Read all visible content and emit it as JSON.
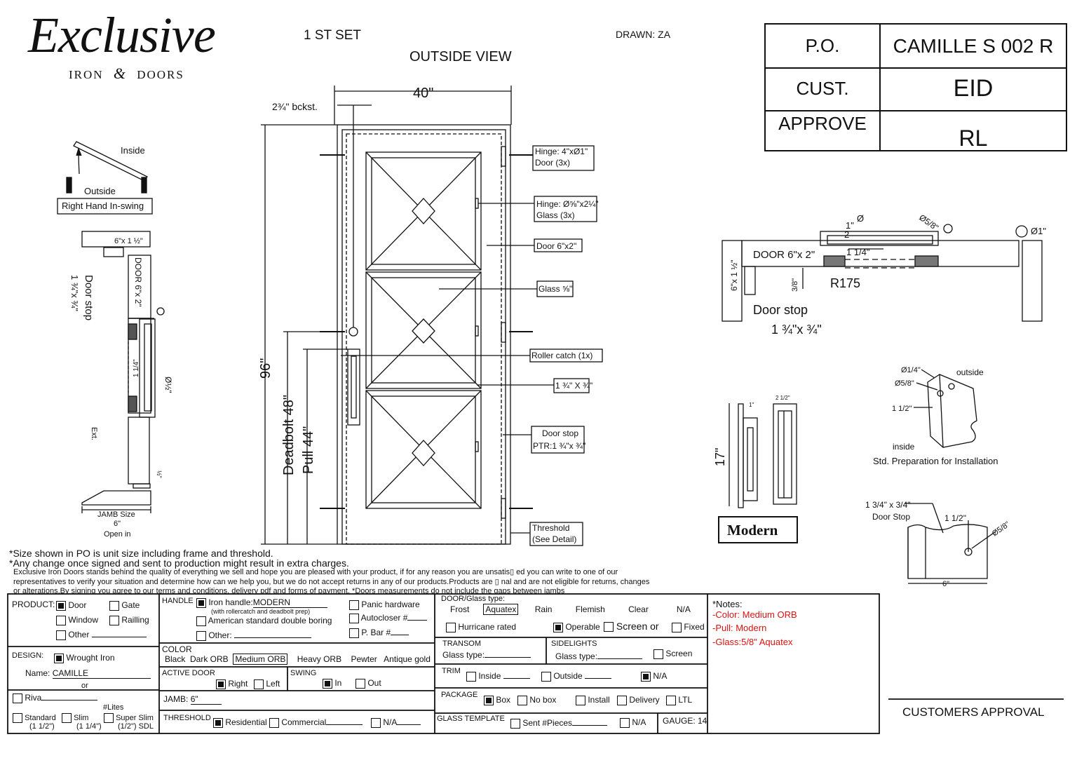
{
  "logo": {
    "word": "Exclusive",
    "sub_left": "IRON",
    "sub_right": "DOORS"
  },
  "header": {
    "set": "1 ST SET",
    "view": "OUTSIDE VIEW",
    "drawn": "DRAWN: ZA"
  },
  "po_table": {
    "rows": [
      {
        "key": "P.O.",
        "value": "CAMILLE S 002 R"
      },
      {
        "key": "CUST.",
        "value": "EID"
      },
      {
        "key": "APPROVE",
        "value": "RL"
      }
    ]
  },
  "swing_diagram": {
    "inside": "Inside",
    "outside": "Outside",
    "label": "Right Hand In-swing"
  },
  "section_left": {
    "jamb_top": "6\"x 1 ½\"",
    "door_label": "DOOR 6\"x 2\"",
    "door_stop": "Door stop",
    "door_stop_size": "1 ¾\"x ¾\"",
    "one_quarter": "1 1/4\"",
    "dia": "Ø½\"",
    "ext": "Ext.",
    "half": "½\"",
    "jamb_size": "JAMB Size",
    "jamb_six": "6\"",
    "open_in": "Open in"
  },
  "elevation": {
    "width": "40\"",
    "backset": "2¾\" bckst.",
    "height": "96\"",
    "deadbolt": "Deadbolt 48\"",
    "pull": "Pull 44\"",
    "callouts": [
      {
        "line1": "Hinge: 4\"xØ1\"",
        "line2": "Door (3x)"
      },
      {
        "line1": "Hinge: Ø⅝\"x2¼\"",
        "line2": "Glass (3x)"
      },
      {
        "line1": "Door 6\"x2\"",
        "line2": ""
      },
      {
        "line1": "Glass ⅝\"",
        "line2": ""
      },
      {
        "line1": "Roller catch  (1x)",
        "line2": ""
      },
      {
        "line1": "1 ¾\" X ¾\"",
        "line2": ""
      },
      {
        "line1": "Door stop",
        "line2": "PTR:1 ¾\"x ¾\""
      },
      {
        "line1": "Threshold",
        "line2": "(See Detail)"
      }
    ]
  },
  "section_right": {
    "door_label": "DOOR 6\"x 2\"",
    "jamb": "6\"x 1 ½\"",
    "one": "1\"",
    "dia": "Ø",
    "two": "2",
    "one_quarter": "1 1/4\"",
    "dia_58": "Ø5/8\"",
    "dia_1": "Ø1\"",
    "three_eighths": "3/8\"",
    "r175": "R175",
    "door_stop": "Door stop",
    "door_stop_size": "1 ¾\"x ¾\""
  },
  "handle_detail": {
    "height": "17\"",
    "d1": "1\"",
    "d2": "2 1/2\"",
    "badge": "Modern"
  },
  "prep_detail": {
    "d14": "Ø1/4\"",
    "d58": "Ø5/8\"",
    "h112": "1 1/2\"",
    "outside": "outside",
    "inside": "inside",
    "caption": "Std. Preparation for Installation"
  },
  "stop_detail": {
    "size": "1 3/4\" x 3/4\"",
    "label": "Door Stop",
    "h112": "1 1/2\"",
    "d58": "Ø5/8\"",
    "six": "6\""
  },
  "notes_text": {
    "line1": "*Size shown in PO is unit size including frame and threshold.",
    "line2": "*Any change once signed and sent to production might result in extra charges.",
    "small1": "Exclusive Iron Doors stands behind the quality of everything we sell and hope you are pleased with your product, if for any reason you are unsatis▯ ed you can write to one of our",
    "small2": "representatives to verify your situation and determine how can we help you, but we do not accept returns in any of our products.Products are ▯ nal and are not eligible for returns, changes",
    "small3": "or alterations.By signing you agree to our terms and conditions, delivery pdf and forms of payment. *Doors measurements do not include the gaps between jambs"
  },
  "form": {
    "product": {
      "label": "PRODUCT:",
      "door": "Door",
      "gate": "Gate",
      "window": "Window",
      "railing": "Railling",
      "other": "Other"
    },
    "design": {
      "label": "DESIGN:",
      "wrought": "Wrought Iron",
      "name_label": "Name:",
      "name": "CAMILLE",
      "or": "or",
      "riva": "Riva",
      "lites": "#Lites",
      "standard": "Standard",
      "standard_sub": "(1 1/2\")",
      "slim": "Slim",
      "slim_sub": "(1 1/4\")",
      "super": "Super Slim",
      "super_sub": "(1/2\") SDL"
    },
    "handle": {
      "label": "HANDLE",
      "iron": "Iron handle:",
      "iron_value": "MODERN",
      "iron_sub": "(with rollercatch and deadbolt prep)",
      "american": "American standard double boring",
      "other": "Other:",
      "panic": "Panic hardware",
      "autocloser": "Autocloser #",
      "pbar": "P. Bar #"
    },
    "color": {
      "label": "COLOR",
      "options": [
        "Black",
        "Dark ORB",
        "Medium ORB",
        "Heavy ORB",
        "Pewter",
        "Antique gold"
      ],
      "selected": "Medium ORB"
    },
    "active_door": {
      "label": "ACTIVE DOOR",
      "right": "Right",
      "left": "Left"
    },
    "swing": {
      "label": "SWING",
      "in": "In",
      "out": "Out"
    },
    "jamb": {
      "label": "JAMB:",
      "value": "6\""
    },
    "threshold": {
      "label": "THRESHOLD",
      "residential": "Residential",
      "commercial": "Commercial",
      "na": "N/A"
    },
    "glass": {
      "label": "DOOR/Glass type:",
      "options": [
        "Frost",
        "Aquatex",
        "Rain",
        "Flemish",
        "Clear",
        "N/A"
      ],
      "selected": "Aquatex",
      "hurricane": "Hurricane rated",
      "operable": "Operable",
      "screen": "Screen or",
      "fixed": "Fixed"
    },
    "transom": {
      "label": "TRANSOM",
      "glass": "Glass type:"
    },
    "sidelights": {
      "label": "SIDELIGHTS",
      "glass": "Glass type:",
      "screen": "Screen"
    },
    "trim": {
      "label": "TRIM",
      "inside": "Inside",
      "outside": "Outside",
      "na": "N/A"
    },
    "package": {
      "label": "PACKAGE",
      "box": "Box",
      "nobox": "No box",
      "install": "Install",
      "delivery": "Delivery",
      "ltl": "LTL"
    },
    "template": {
      "label": "GLASS TEMPLATE",
      "sent": "Sent #Pieces",
      "na": "N/A",
      "gauge": "GAUGE: 14"
    },
    "notes": {
      "label": "*Notes:",
      "items": [
        "-Color: Medium ORB",
        "-Pull: Modern",
        "-Glass:5/8\"  Aquatex"
      ]
    },
    "approval": "CUSTOMERS APPROVAL"
  }
}
